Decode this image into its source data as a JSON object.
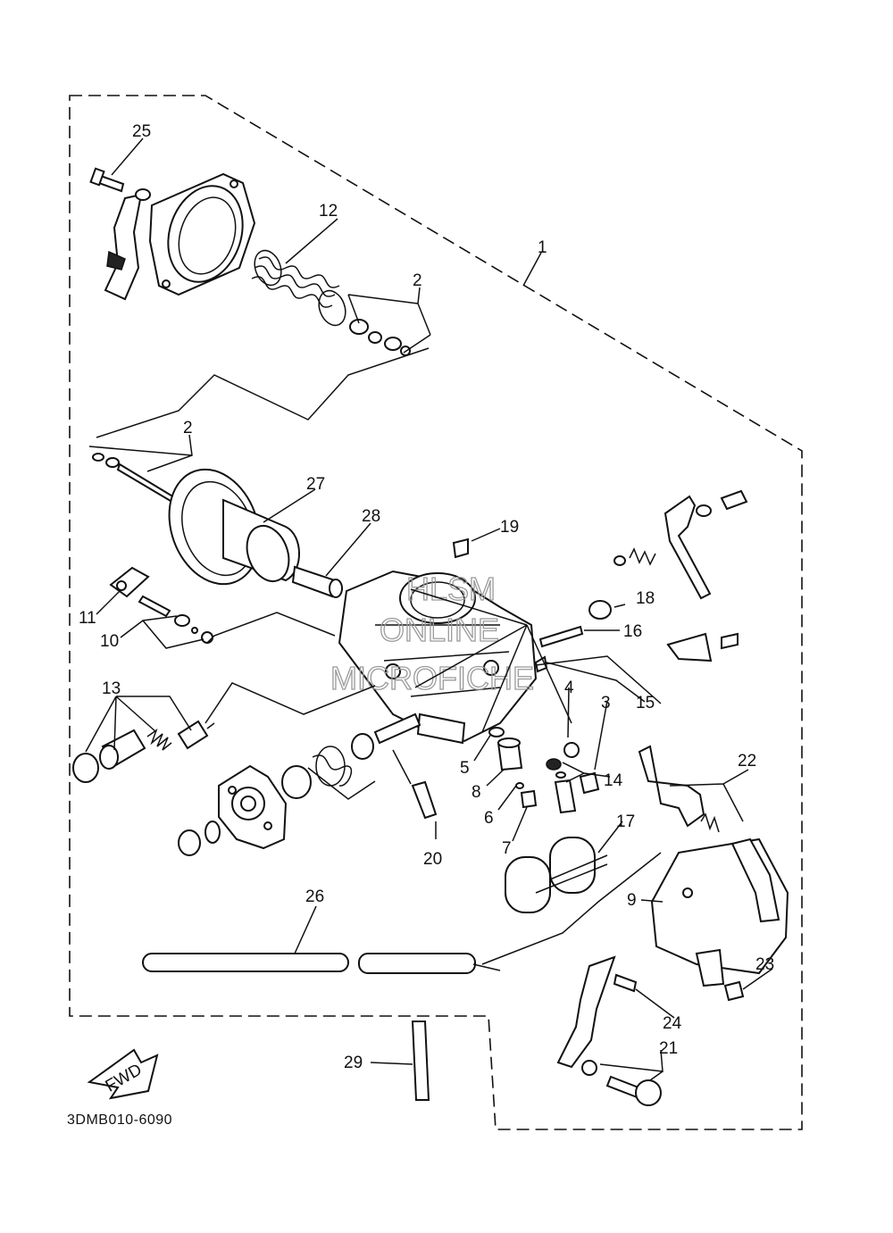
{
  "watermark": [
    "HLSM",
    "ONLINE",
    "MICROFICHE"
  ],
  "diagram_code": "3DMB010-6090",
  "fwd_arrow": "FWD",
  "callouts": {
    "p1": "1",
    "p2a": "2",
    "p2b": "2",
    "p3": "3",
    "p4": "4",
    "p5": "5",
    "p6": "6",
    "p7": "7",
    "p8": "8",
    "p9": "9",
    "p10": "10",
    "p11": "11",
    "p12": "12",
    "p13": "13",
    "p14": "14",
    "p15": "15",
    "p16": "16",
    "p17": "17",
    "p18": "18",
    "p19": "19",
    "p20": "20",
    "p21": "21",
    "p22": "22",
    "p23": "23",
    "p24": "24",
    "p25": "25",
    "p26": "26",
    "p27": "27",
    "p28": "28",
    "p29": "29"
  }
}
